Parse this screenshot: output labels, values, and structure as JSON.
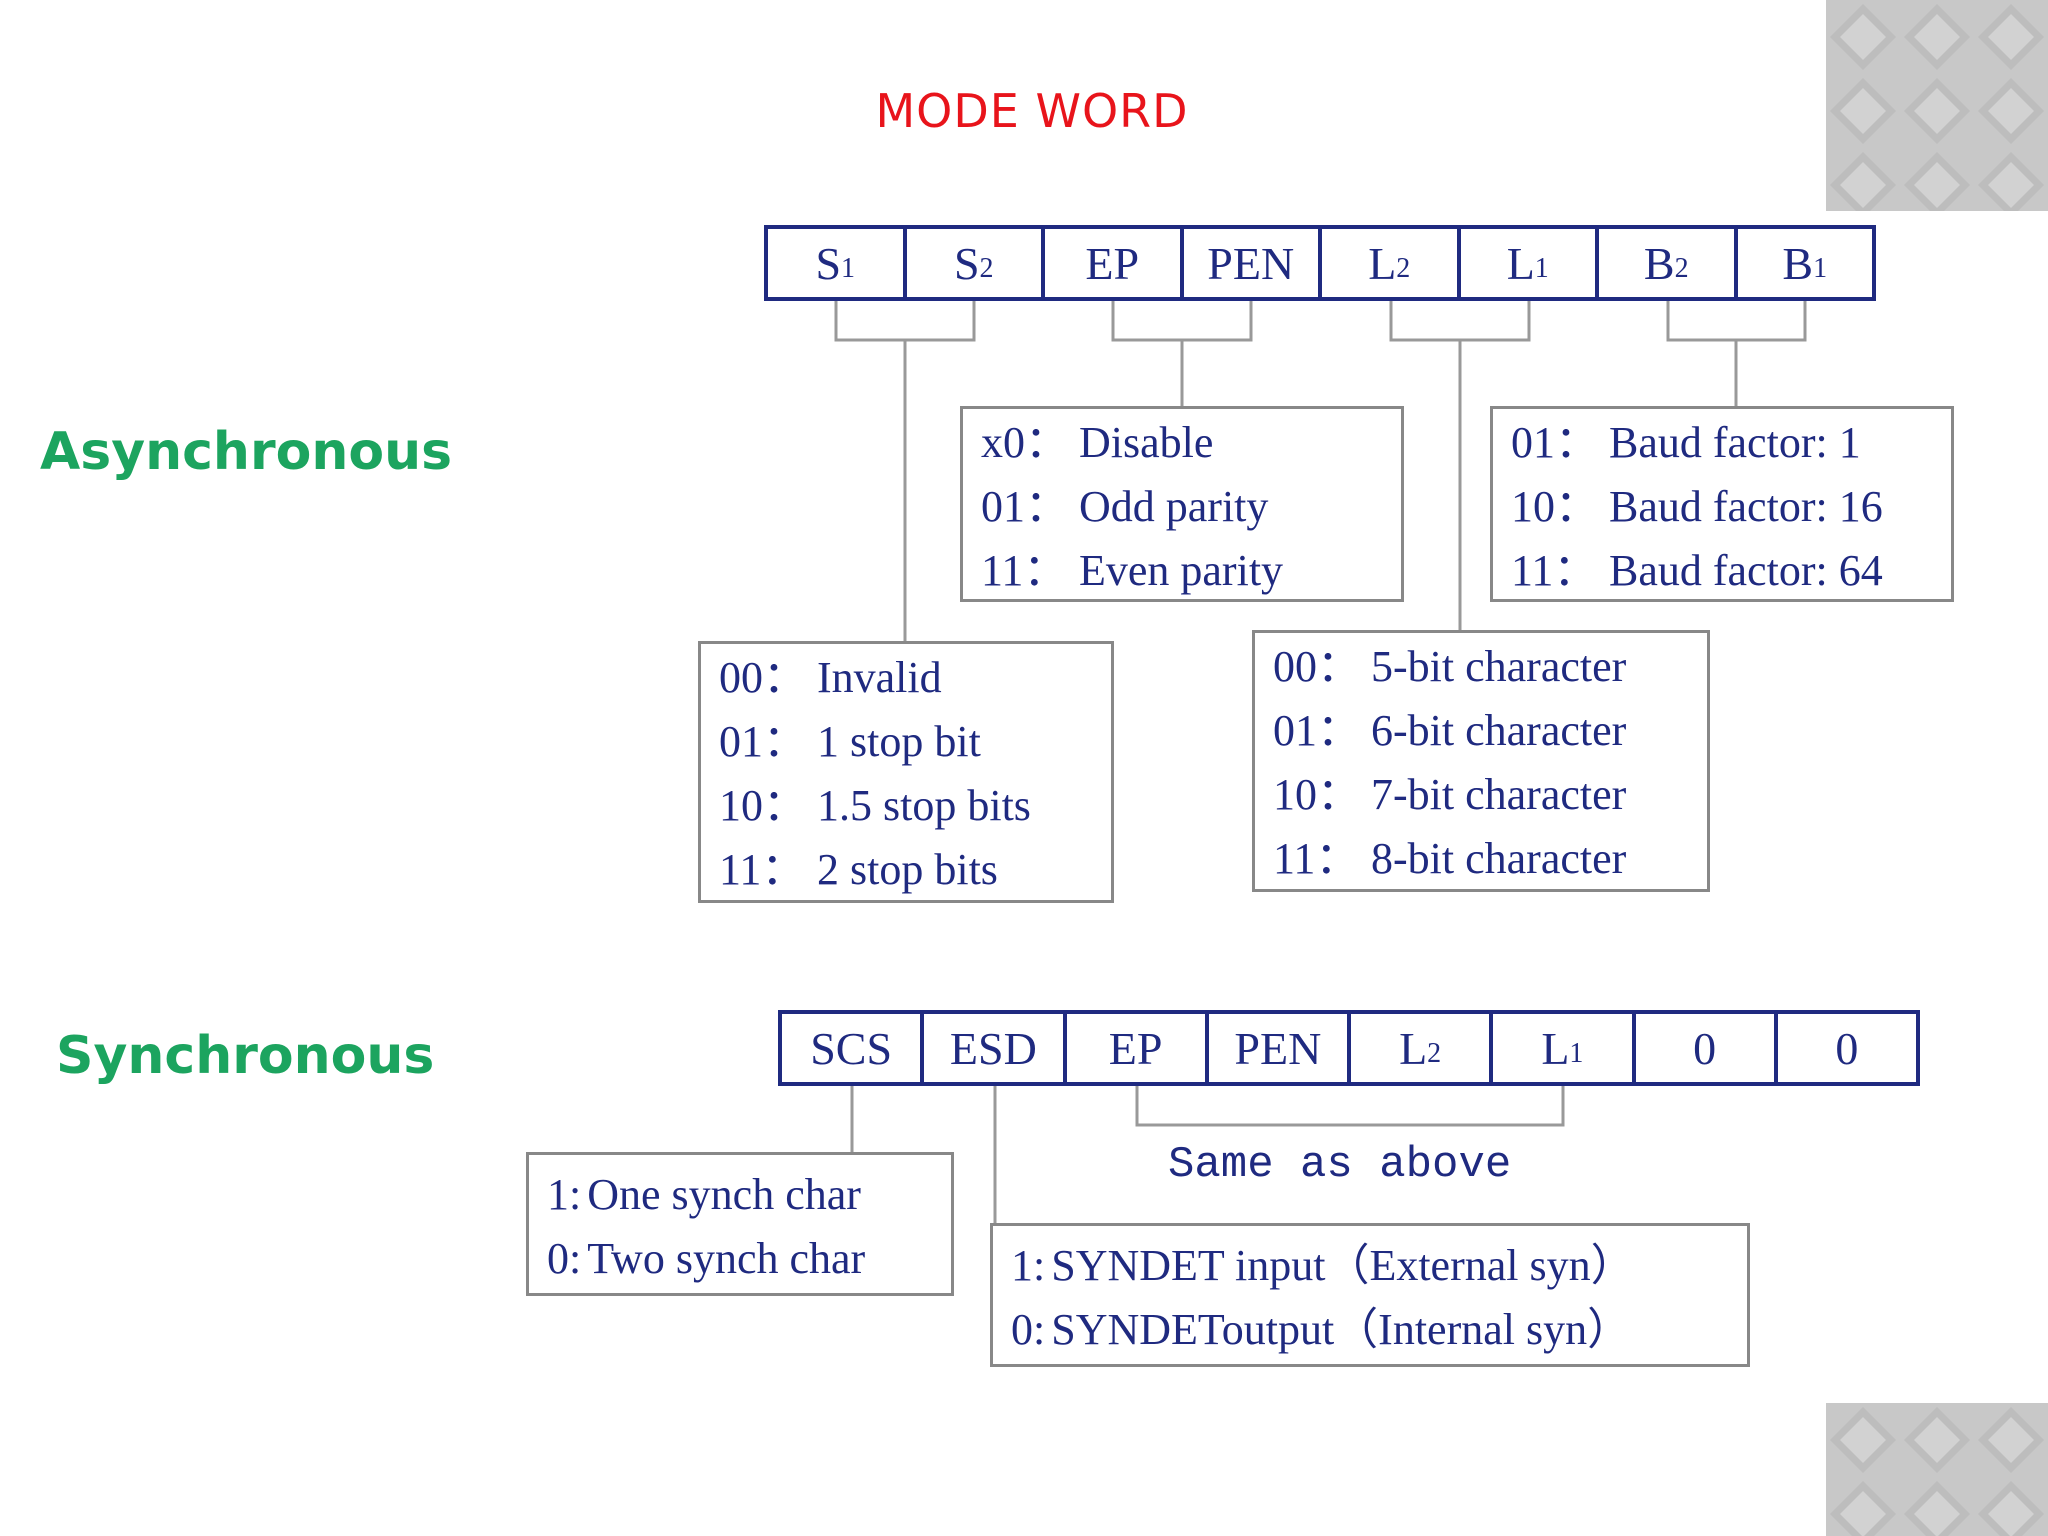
{
  "title": "MODE WORD",
  "colors": {
    "title": "#e8141b",
    "section_label": "#1ca45f",
    "diagram_ink": "#1f2a80",
    "box_border": "#888888"
  },
  "asynchronous": {
    "label": "Asynchronous",
    "register": [
      {
        "main": "S",
        "sub": "1"
      },
      {
        "main": "S",
        "sub": "2"
      },
      {
        "main": "EP",
        "sub": ""
      },
      {
        "main": "PEN",
        "sub": ""
      },
      {
        "main": "L",
        "sub": "2"
      },
      {
        "main": "L",
        "sub": "1"
      },
      {
        "main": "B",
        "sub": "2"
      },
      {
        "main": "B",
        "sub": "1"
      }
    ],
    "parity_box": [
      {
        "code": "x0：",
        "text": "Disable"
      },
      {
        "code": "01：",
        "text": "Odd parity"
      },
      {
        "code": "11：",
        "text": "Even parity"
      }
    ],
    "baud_box": [
      {
        "code": "01：",
        "text": "Baud factor: 1"
      },
      {
        "code": "10：",
        "text": "Baud factor: 16"
      },
      {
        "code": "11：",
        "text": "Baud factor: 64"
      }
    ],
    "stop_box": [
      {
        "code": "00：",
        "text": "Invalid"
      },
      {
        "code": "01：",
        "text": "1 stop bit"
      },
      {
        "code": "10：",
        "text": "1.5 stop bits"
      },
      {
        "code": "11：",
        "text": "2 stop bits"
      }
    ],
    "length_box": [
      {
        "code": "00：",
        "text": "5-bit character"
      },
      {
        "code": "01：",
        "text": "6-bit character"
      },
      {
        "code": "10：",
        "text": "7-bit character"
      },
      {
        "code": "11：",
        "text": "8-bit character"
      }
    ]
  },
  "synchronous": {
    "label": "Synchronous",
    "register": [
      {
        "main": "SCS",
        "sub": ""
      },
      {
        "main": "ESD",
        "sub": ""
      },
      {
        "main": "EP",
        "sub": ""
      },
      {
        "main": "PEN",
        "sub": ""
      },
      {
        "main": "L",
        "sub": "2"
      },
      {
        "main": "L",
        "sub": "1"
      },
      {
        "main": "0",
        "sub": ""
      },
      {
        "main": "0",
        "sub": ""
      }
    ],
    "scs_box": [
      {
        "code": "1:",
        "text": "One synch char"
      },
      {
        "code": "0:",
        "text": "Two synch char"
      }
    ],
    "esd_box": [
      {
        "code": "1:",
        "text": "SYNDET input（External syn）"
      },
      {
        "code": "0:",
        "text": "SYNDEToutput（Internal syn）"
      }
    ],
    "note": "Same as above"
  }
}
